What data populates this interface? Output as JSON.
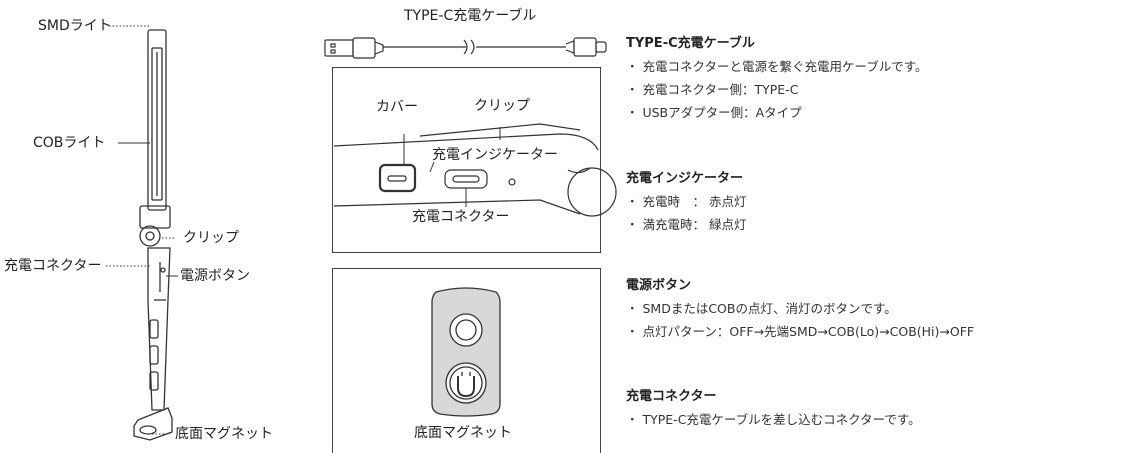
{
  "left_labels": {
    "smd": "SMDライト",
    "cob": "COBライト",
    "clip": "クリップ",
    "connector": "充電コネクター",
    "power": "電源ボタン",
    "magnet": "底面マグネット"
  },
  "cable": {
    "title": "TYPE-C充電ケーブル"
  },
  "clip_detail": {
    "cover": "カバー",
    "clip": "クリップ",
    "indicator": "充電インジケーター",
    "connector": "充電コネクター"
  },
  "magnet_detail": {
    "label": "底面マグネット"
  },
  "sections": [
    {
      "title": "TYPE-C充電ケーブル",
      "items": [
        "・ 充電コネクターと電源を繋ぐ充電用ケーブルです。",
        "・ 充電コネクター側：TYPE-C",
        "・ USBアダプター側：Aタイプ"
      ]
    },
    {
      "title": "充電インジケーター",
      "items": [
        "・ 充電時　：  赤点灯",
        "・ 満充電時：  緑点灯"
      ]
    },
    {
      "title": "電源ボタン",
      "items": [
        "・ SMDまたはCOBの点灯、消灯のボタンです。",
        "・ 点灯パターン：OFF→先端SMD→COB(Lo)→COB(Hi)→OFF"
      ]
    },
    {
      "title": "充電コネクター",
      "items": [
        "・ TYPE-C充電ケーブルを差し込むコネクターです。"
      ]
    }
  ]
}
